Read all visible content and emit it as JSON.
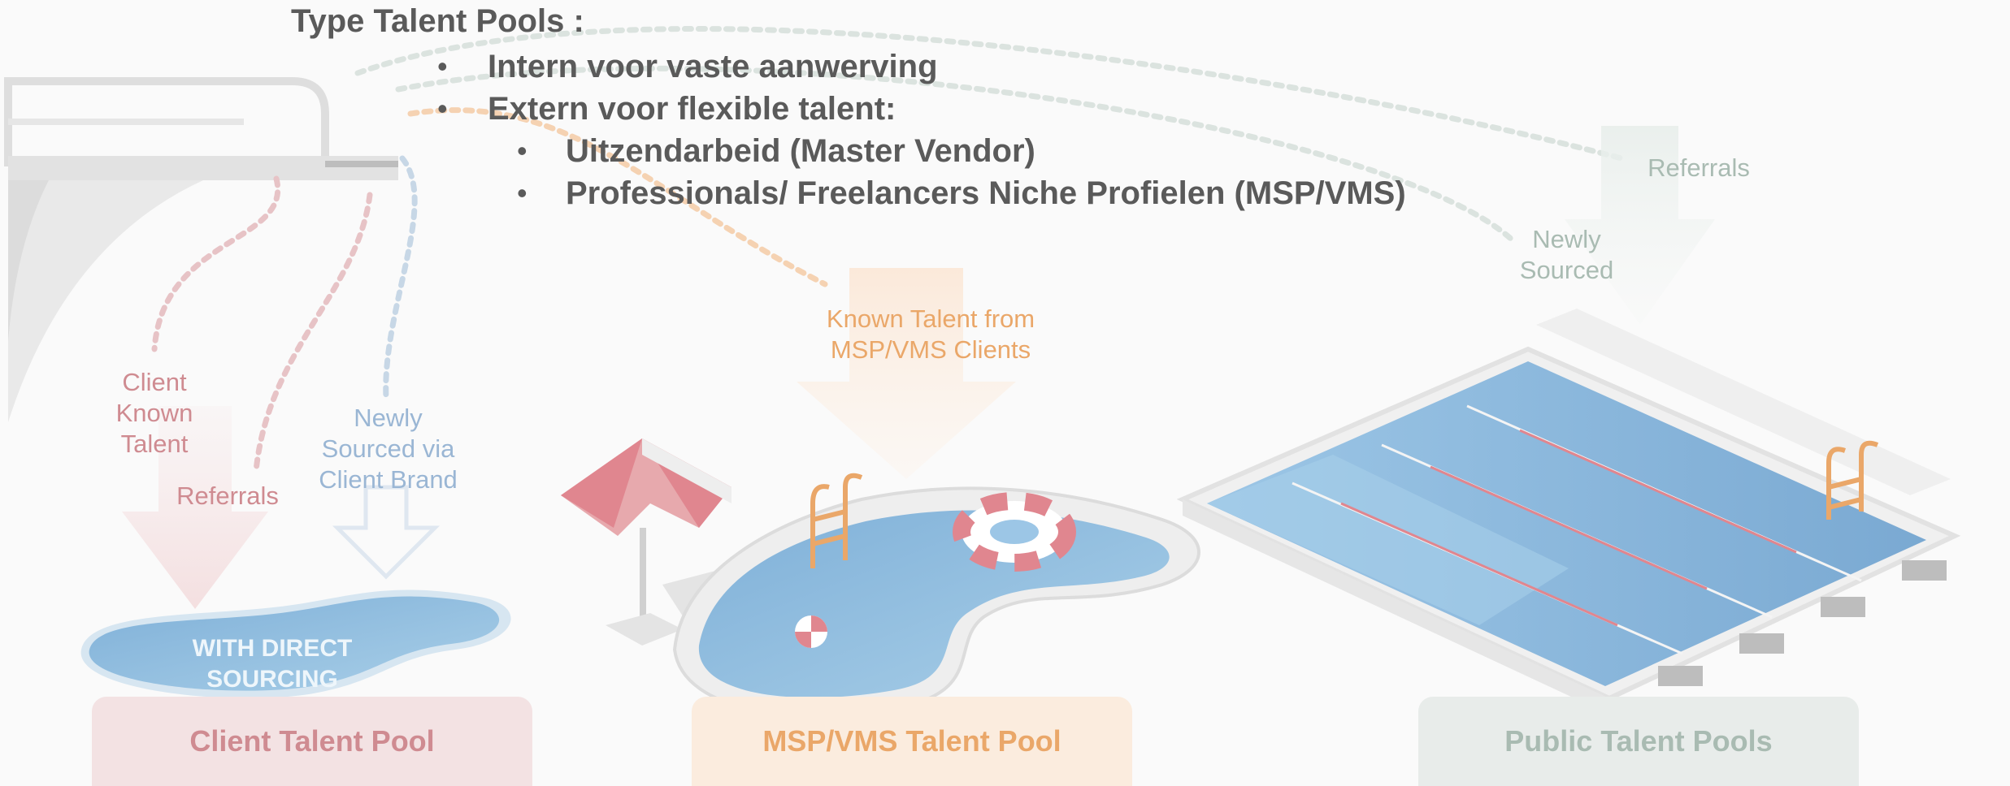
{
  "heading": "Type Talent Pools :",
  "bullets": {
    "level1": [
      "Intern voor vaste aanwerving",
      "Extern voor flexible talent:"
    ],
    "level2": [
      "Uitzendarbeid (Master Vendor)",
      "Professionals/ Freelancers Niche Profielen  (MSP/VMS)"
    ],
    "bullet_char": "•"
  },
  "labels": {
    "client_known": [
      "Client",
      "Known",
      "Talent"
    ],
    "referrals_left": "Referrals",
    "newly_sourced_brand": [
      "Newly",
      "Sourced via",
      "Client Brand"
    ],
    "known_talent_msp": [
      "Known Talent from",
      "MSP/VMS Clients"
    ],
    "newly_sourced": [
      "Newly",
      "Sourced"
    ],
    "referrals_right": "Referrals"
  },
  "pool_badge": [
    "WITH DIRECT",
    "SOURCING"
  ],
  "pools": {
    "client": "Client Talent Pool",
    "msp": "MSP/VMS Talent Pool",
    "public": "Public Talent Pools"
  },
  "colors": {
    "client": "#cf8b91",
    "newly_client": "#9ab6d4",
    "msp": "#eaa769",
    "public": "#a9bbb2",
    "water": "#8fbde0",
    "text": "#5a5a5a"
  }
}
